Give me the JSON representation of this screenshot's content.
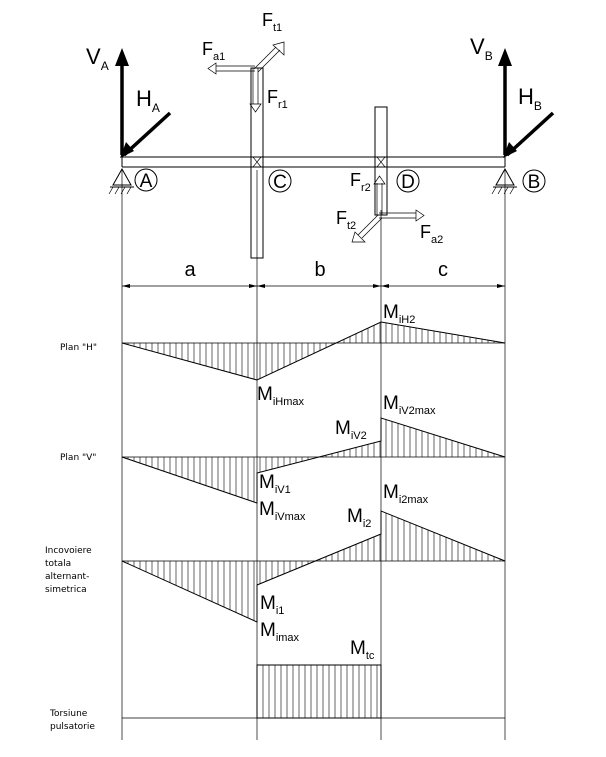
{
  "labels": {
    "VA": {
      "main": "V",
      "sub": "A"
    },
    "HA": {
      "main": "H",
      "sub": "A"
    },
    "VB": {
      "main": "V",
      "sub": "B"
    },
    "HB": {
      "main": "H",
      "sub": "B"
    },
    "Ft1": {
      "main": "F",
      "sub": "t1"
    },
    "Fa1": {
      "main": "F",
      "sub": "a1"
    },
    "Fr1": {
      "main": "F",
      "sub": "r1"
    },
    "Fr2": {
      "main": "F",
      "sub": "r2"
    },
    "Ft2": {
      "main": "F",
      "sub": "t2"
    },
    "Fa2": {
      "main": "F",
      "sub": "a2"
    },
    "MiH2": {
      "main": "M",
      "sub": "iH2"
    },
    "MiHmax": {
      "main": "M",
      "sub": "iHmax"
    },
    "MiV2": {
      "main": "M",
      "sub": "iV2"
    },
    "MiV2max": {
      "main": "M",
      "sub": "iV2max"
    },
    "MiV1": {
      "main": "M",
      "sub": "iV1"
    },
    "MiVmax": {
      "main": "M",
      "sub": "iVmax"
    },
    "Mi2": {
      "main": "M",
      "sub": "i2"
    },
    "Mi2max": {
      "main": "M",
      "sub": "i2max"
    },
    "Mi1": {
      "main": "M",
      "sub": "i1"
    },
    "Mimax": {
      "main": "M",
      "sub": "imax"
    },
    "Mtc": {
      "main": "M",
      "sub": "tc"
    }
  },
  "supports": {
    "A": "A",
    "B": "B",
    "C": "C",
    "D": "D"
  },
  "spans": {
    "a": "a",
    "b": "b",
    "c": "c"
  },
  "side_labels": {
    "planH": "Plan \"H\"",
    "planV": "Plan \"V\"",
    "total_1": "Incovoiere",
    "total_2": "totala",
    "total_3": "alternant-",
    "total_4": "simetrica",
    "tors_1": "Torsiune",
    "tors_2": "pulsatorie"
  }
}
